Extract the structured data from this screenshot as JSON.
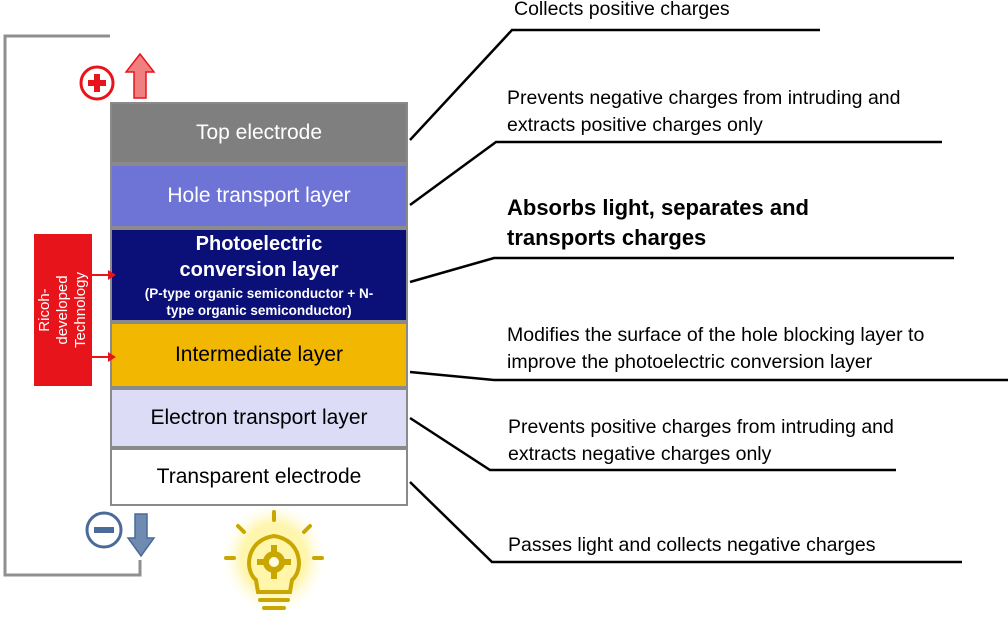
{
  "layers": [
    {
      "label": "Top electrode",
      "color": "#7f7f7f",
      "text_color": "#ffffff"
    },
    {
      "label": "Hole transport layer",
      "color": "#6e73d6",
      "text_color": "#ffffff"
    },
    {
      "label": "Photoelectric conversion layer",
      "sub_label": "(P-type organic semiconductor + N-type organic semiconductor)",
      "color": "#0b0f78",
      "text_color": "#ffffff"
    },
    {
      "label": "Intermediate layer",
      "color": "#f2b700",
      "text_color": "#000000"
    },
    {
      "label": "Electron transport layer",
      "color": "#dcdcf6",
      "text_color": "#000000"
    },
    {
      "label": "Transparent electrode",
      "color": "#ffffff",
      "text_color": "#000000"
    }
  ],
  "descriptions": [
    "Collects positive charges",
    "Prevents negative charges from intruding and extracts positive charges only",
    "Absorbs light, separates and transports charges",
    "Modifies the surface of the hole blocking layer to improve the photoelectric conversion layer",
    "Prevents positive charges from intruding and extracts negative charges only",
    "Passes light and collects negative charges"
  ],
  "badge": {
    "text": "Ricoh-developed Technology",
    "color": "#e8141b"
  },
  "icons": {
    "positive": "plus-circle-icon",
    "negative": "minus-circle-icon",
    "light": "lightbulb-gear-icon"
  },
  "colors": {
    "plus": "#e8141b",
    "minus": "#4a6a9a",
    "up_arrow": "#f08080",
    "down_arrow": "#6f8bb0",
    "bulb": "#e6c200"
  }
}
